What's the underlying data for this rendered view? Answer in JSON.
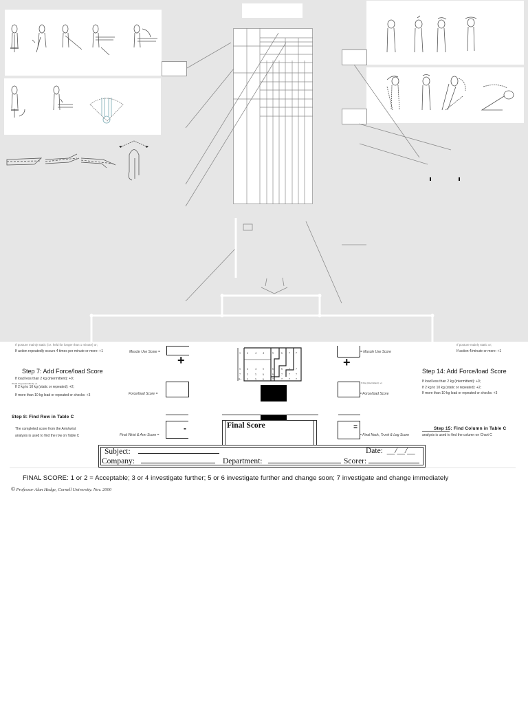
{
  "document": {
    "type": "RULA-style ergonomic assessment worksheet",
    "top_region_background": "#e6e6e6"
  },
  "left_section": {
    "muscle_use_text_line1": "If posture mainly static (i.e. held for longer than 1 minute) or;",
    "muscle_use_text_line2": "If action repeatedly occurs 4 times per minute or more: +1",
    "muscle_use_label": "Muscle Use Score =",
    "plus_sign": "+",
    "step7_title": "Step 7: Add Force/load Score",
    "step7_line1": "If load less than 2 kg (intermittent): +0;",
    "step7_tiny_note": "If load 2 kg (intermittent): +1",
    "step7_line2": "If 2 kg to 10 kg (static or repeated): +2;",
    "step7_line3": "If more than 10 kg load or repeated or shocks: +3",
    "force_label": "Force/load Score =",
    "step8_title": "Step 8: Find Row in Table C",
    "step8_line1": "The completed score from the Arm/wrist",
    "step8_line2": "analysis is used to find the row on Table C",
    "final_wrist_label": "Final Wrist & Arm Score =",
    "minus_sign": "-"
  },
  "right_section": {
    "muscle_use_text_line1": "If posture mainly static or;",
    "muscle_use_text_line2": "If action 4/minute or more: +1",
    "muscle_use_label": "= Muscle Use Score",
    "plus_sign": "+",
    "step14_title": "Step 14: Add Force/load Score",
    "step14_line1": "If load less than 2 kg (intermittent): +0;",
    "step14_line2": "If 2 kg to 10 kg (static or repeated): +2;",
    "step14_line3": "If more than 10 kg load or repeated or shocks: +3",
    "step14_tiny_note": "If 2 kg (intermittent): +1",
    "force_label": "= Force/load  Score",
    "step15_title": "Step 15: Find Column in Table C",
    "step15_line": "analysis is used to find the column on Chart C",
    "final_neck_label": "= Final Neck, Trunk & Leg Score",
    "equals_sign": "="
  },
  "table_c": {
    "rows": [
      [
        "1",
        "4",
        "4",
        "4",
        "5",
        "6",
        "7",
        "7"
      ],
      [
        "5",
        "4",
        "4",
        "5",
        "6",
        "6",
        "7",
        "7"
      ],
      [
        "7",
        "5",
        "5",
        "6",
        "6",
        "7",
        "7",
        "7"
      ],
      [
        "8+",
        "5",
        "5",
        "6",
        "7",
        "7",
        "7",
        "7"
      ]
    ]
  },
  "final_score": {
    "title": "Final Score"
  },
  "info_form": {
    "subject_label": "Subject:",
    "company_label": "Company:",
    "department_label": "Department:",
    "date_label": "Date:",
    "date_sep": "__/__/__",
    "scorer_label": "Scorer:"
  },
  "footer": {
    "final_score_legend": "FINAL SCORE: 1 or 2 = Acceptable; 3 or 4 investigate further; 5 or 6 investigate further and change soon; 7 investigate and change immediately",
    "copyright_symbol": "©",
    "credit": "Professor Alan Hedge, Cornell University. Nov. 2000"
  }
}
